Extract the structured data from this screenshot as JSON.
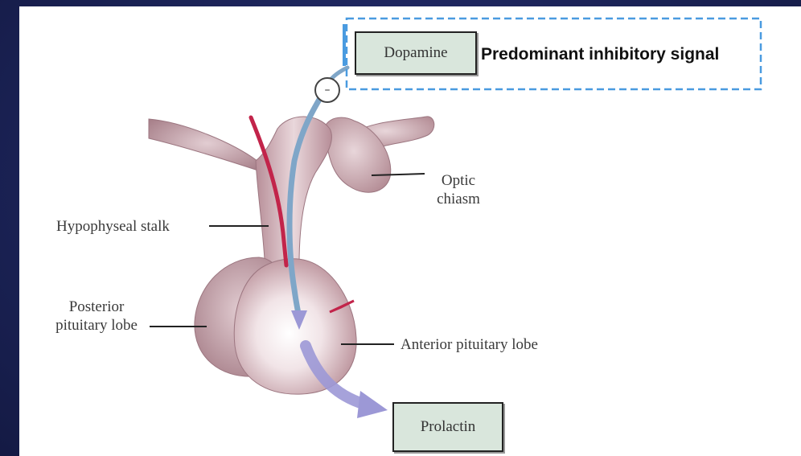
{
  "labels": {
    "dopamine": "Dopamine",
    "signal": "Predominant inhibitory signal",
    "minus_symbol": "–",
    "optic_chiasm": "Optic\nchiasm",
    "optic_chiasm_line1": "Optic",
    "optic_chiasm_line2": "chiasm",
    "hypophyseal_stalk": "Hypophyseal stalk",
    "posterior_line1": "Posterior",
    "posterior_line2": "pituitary lobe",
    "anterior_lobe": "Anterior pituitary lobe",
    "prolactin": "Prolactin"
  },
  "colors": {
    "background": "#1a2150",
    "tissue": "#c9a6ad",
    "blue_pathway": "#7fa6c8",
    "red_vessel": "#c2244a",
    "purple_arrow": "#9c98d6",
    "box_fill": "#d9e6dc",
    "selection_border": "#4a9be0"
  }
}
